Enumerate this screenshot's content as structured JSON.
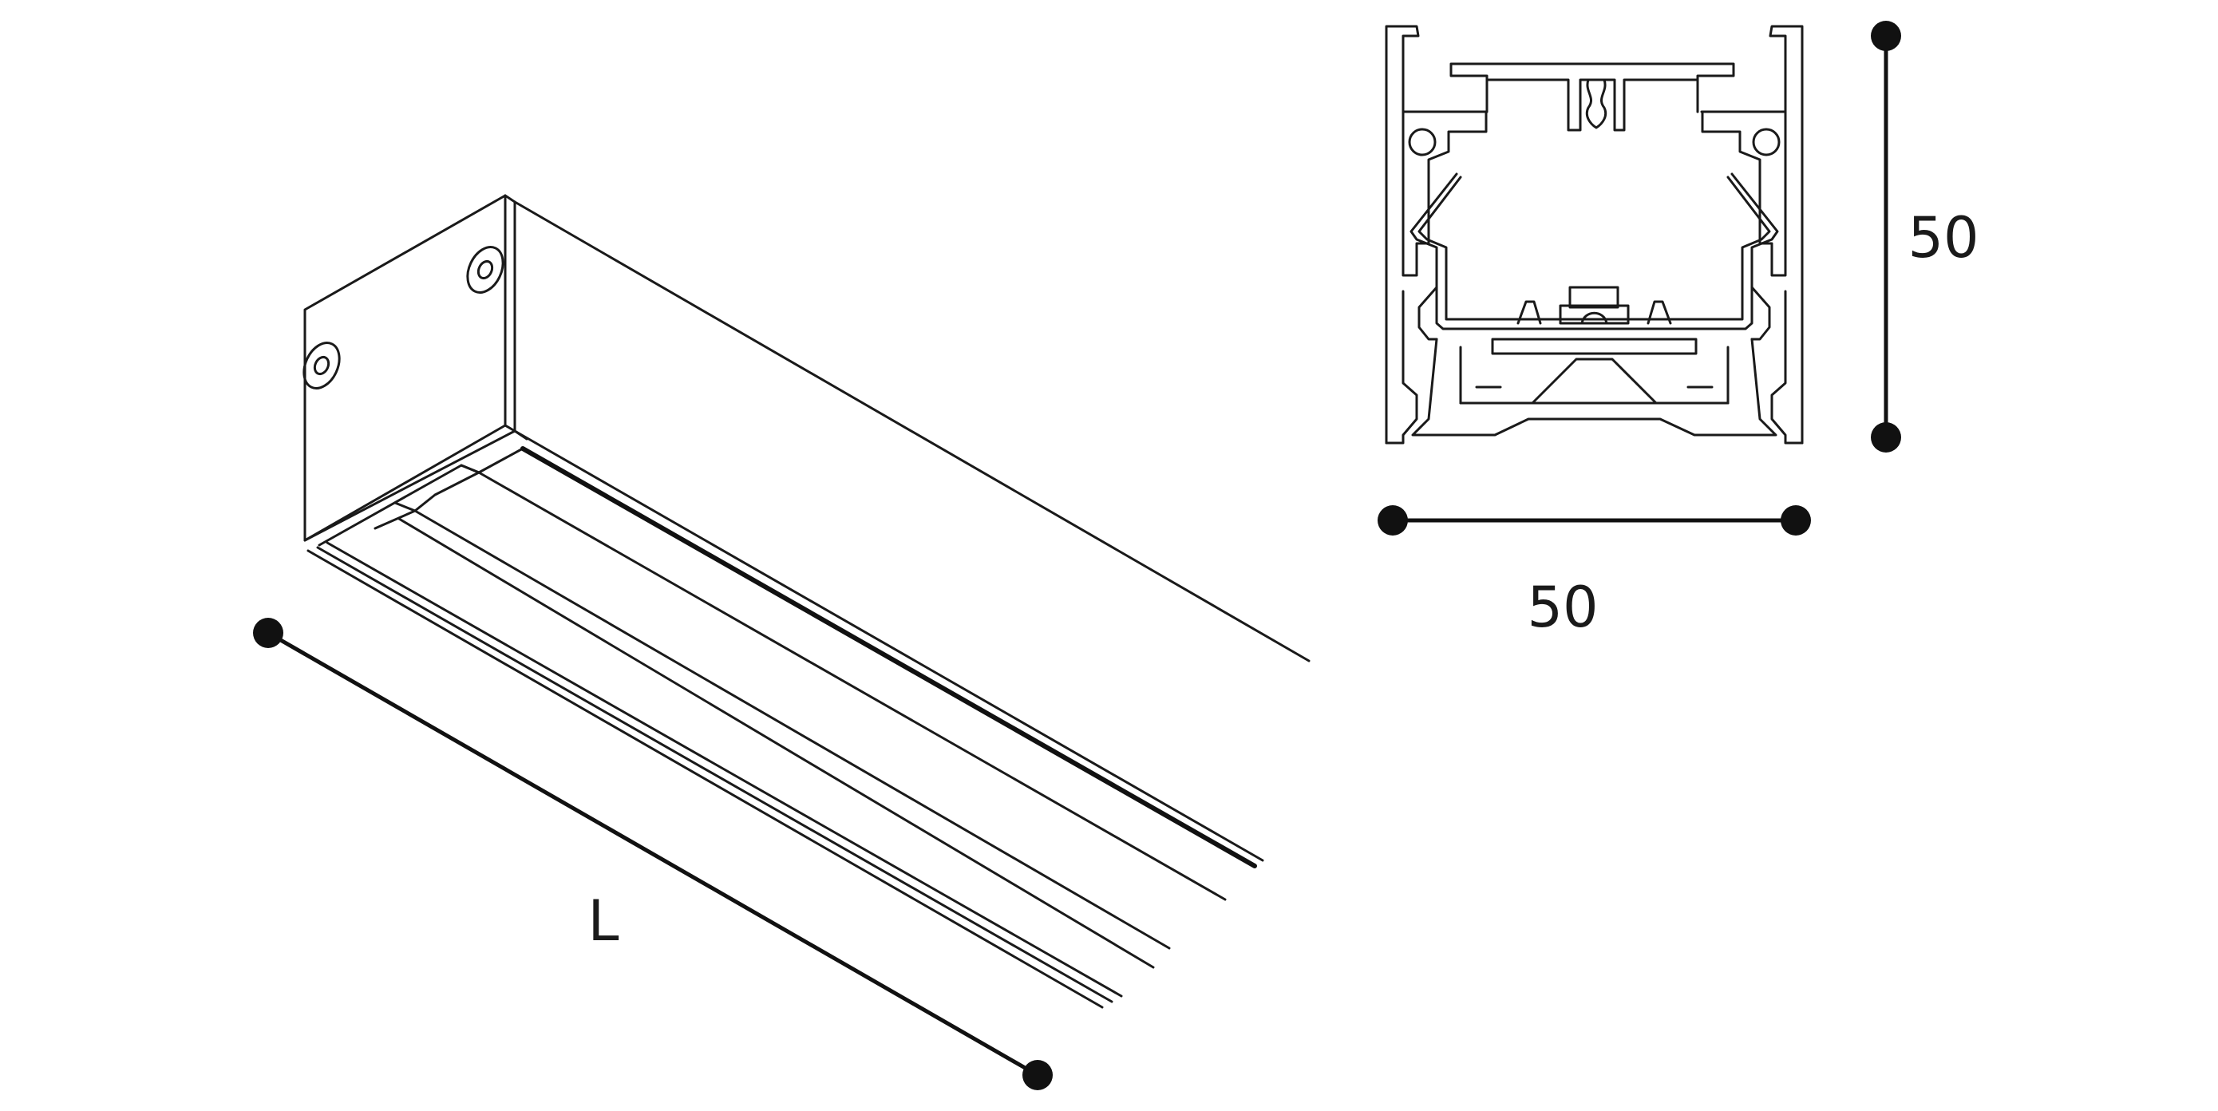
{
  "perspective_view": {
    "length_label": "L"
  },
  "cross_section": {
    "width_label": "50",
    "height_label": "50"
  },
  "colors": {
    "line": "#1a1a1a",
    "background": "#ffffff"
  }
}
